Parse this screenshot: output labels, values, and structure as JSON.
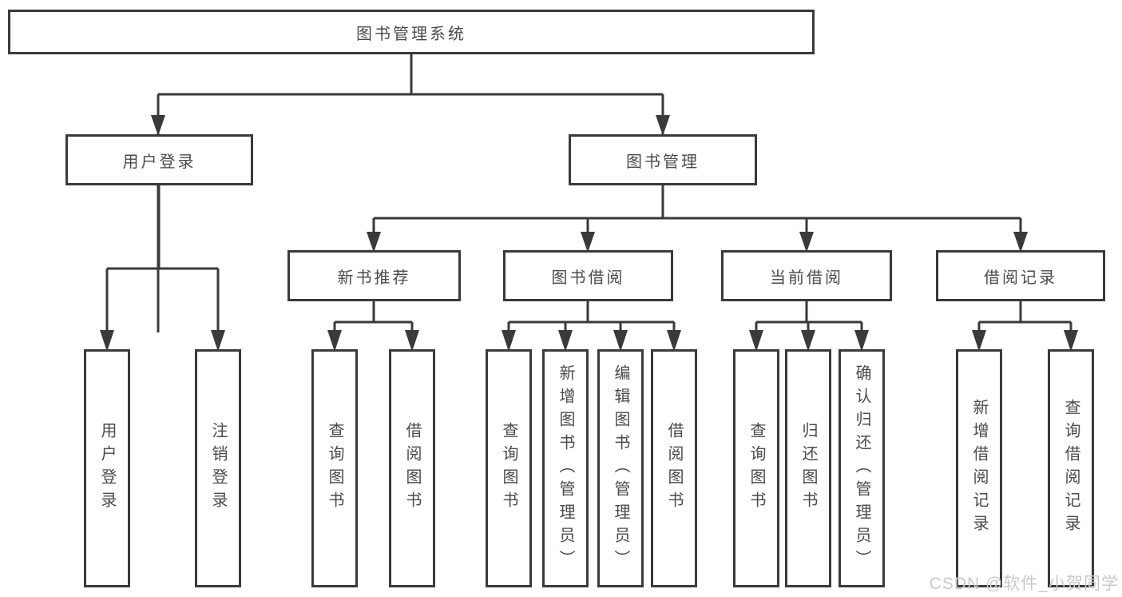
{
  "diagram": {
    "root": {
      "label": "图书管理系统"
    },
    "level2": {
      "user_login": {
        "label": "用户登录"
      },
      "book_management": {
        "label": "图书管理"
      }
    },
    "level3": {
      "new_book_recommend": {
        "label": "新书推荐"
      },
      "book_borrow": {
        "label": "图书借阅"
      },
      "current_borrow": {
        "label": "当前借阅"
      },
      "borrow_records": {
        "label": "借阅记录"
      }
    },
    "leaves": {
      "user_login": {
        "label": "用户登录"
      },
      "logout": {
        "label": "注销登录"
      },
      "query_books_recommend": {
        "label": "查询图书"
      },
      "borrow_books_recommend": {
        "label": "借阅图书"
      },
      "query_books_borrow": {
        "label": "查询图书"
      },
      "add_book_admin": {
        "label": "新增图书（管理员）"
      },
      "edit_book_admin": {
        "label": "编辑图书（管理员）"
      },
      "borrow_books_borrow": {
        "label": "借阅图书"
      },
      "query_books_current": {
        "label": "查询图书"
      },
      "return_book": {
        "label": "归还图书"
      },
      "confirm_return_admin": {
        "label": "确认归还（管理员）"
      },
      "add_borrow_record": {
        "label": "新增借阅记录"
      },
      "query_borrow_record": {
        "label": "查询借阅记录"
      }
    },
    "colors": {
      "line": "#3a3a3a",
      "text": "#4a4a4a",
      "box_fill": "#ffffff",
      "watermark": "#c9c9c9"
    }
  },
  "watermark": {
    "text": "CSDN @软件_小贺同学"
  }
}
